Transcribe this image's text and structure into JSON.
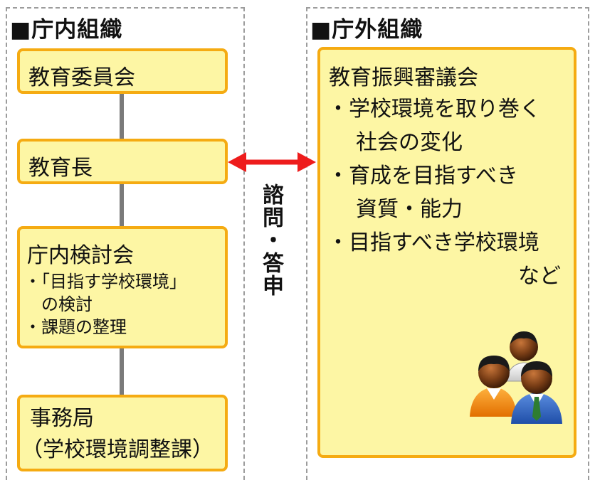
{
  "left": {
    "title": "■庁内組織",
    "board": "教育委員会",
    "superintendent": "教育長",
    "council": {
      "title": "庁内検討会",
      "items": [
        "・「目指す学校環境」",
        "　の検討",
        "・課題の整理"
      ]
    },
    "secretariat": {
      "title": "事務局",
      "subtitle": "（学校環境調整課）"
    }
  },
  "center_label": "諮問・答申",
  "right": {
    "title": "■庁外組織",
    "council": {
      "title": "教育振興審議会",
      "items": [
        "・学校環境を取り巻く",
        "社会の変化",
        "・育成を目指すべき",
        "資質・能力",
        "・目指すべき学校環境",
        "など"
      ]
    }
  },
  "colors": {
    "box_fill": "#fdf6a4",
    "box_border": "#f5ab12",
    "arrow": "#ee1c1c",
    "dashed_border": "#9c9c9c",
    "connector": "#7a7a7a"
  },
  "icons": [
    "people-group-icon"
  ]
}
